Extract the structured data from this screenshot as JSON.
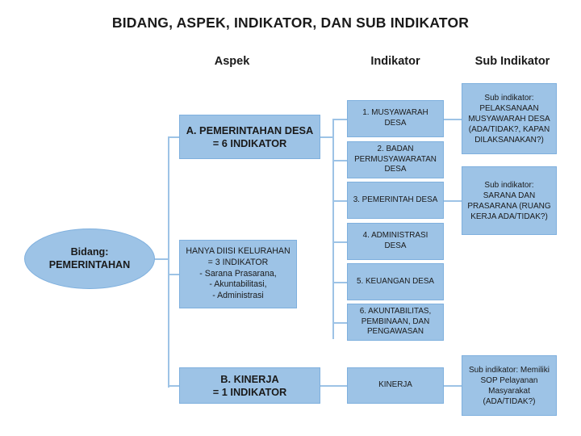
{
  "title": "BIDANG, ASPEK, INDIKATOR, DAN SUB INDIKATOR",
  "columns": {
    "aspek": "Aspek",
    "indikator": "Indikator",
    "sub_indikator": "Sub Indikator"
  },
  "bidang": {
    "label": "Bidang:\nPEMERINTAHAN"
  },
  "aspek": [
    {
      "name": "aspek-pemerintahan-desa",
      "label": "A. PEMERINTAHAN DESA\n= 6 INDIKATOR"
    },
    {
      "name": "aspek-kelurahan",
      "label": "HANYA DIISI KELURAHAN\n= 3 INDIKATOR\n- Sarana Prasarana,\n- Akuntabilitasi,\n- Administrasi"
    },
    {
      "name": "aspek-kinerja",
      "label": "B. KINERJA\n= 1 INDIKATOR"
    }
  ],
  "indikator": [
    {
      "name": "indikator-musyawarah-desa",
      "label": "1.  MUSYAWARAH DESA"
    },
    {
      "name": "indikator-badan-permusyawaratan-desa",
      "label": "2.  BADAN PERMUSYAWARATAN DESA"
    },
    {
      "name": "indikator-pemerintah-desa",
      "label": "3.  PEMERINTAH DESA"
    },
    {
      "name": "indikator-administrasi-desa",
      "label": "4.  ADMINISTRASI DESA"
    },
    {
      "name": "indikator-keuangan-desa",
      "label": "5. KEUANGAN DESA"
    },
    {
      "name": "indikator-akuntabilitas",
      "label": "6.  AKUNTABILITAS, PEMBINAAN, DAN PENGAWASAN"
    },
    {
      "name": "indikator-kinerja",
      "label": "KINERJA"
    }
  ],
  "sub_indikator": [
    {
      "name": "sub-indikator-pelaksanaan-musyawarah",
      "label": "Sub indikator: PELAKSANAAN MUSYAWARAH DESA (ADA/TIDAK?, KAPAN DILAKSANAKAN?)"
    },
    {
      "name": "sub-indikator-sarana-prasarana",
      "label": "Sub indikator: SARANA DAN PRASARANA (RUANG KERJA ADA/TIDAK?)"
    },
    {
      "name": "sub-indikator-sop",
      "label": "Sub indikator: Memiliki SOP Pelayanan Masyarakat (ADA/TIDAK?)"
    }
  ],
  "colors": {
    "box_fill": "#9dc3e6",
    "box_border": "#7fb0de",
    "text": "#1a1a1a",
    "background": "#ffffff"
  }
}
